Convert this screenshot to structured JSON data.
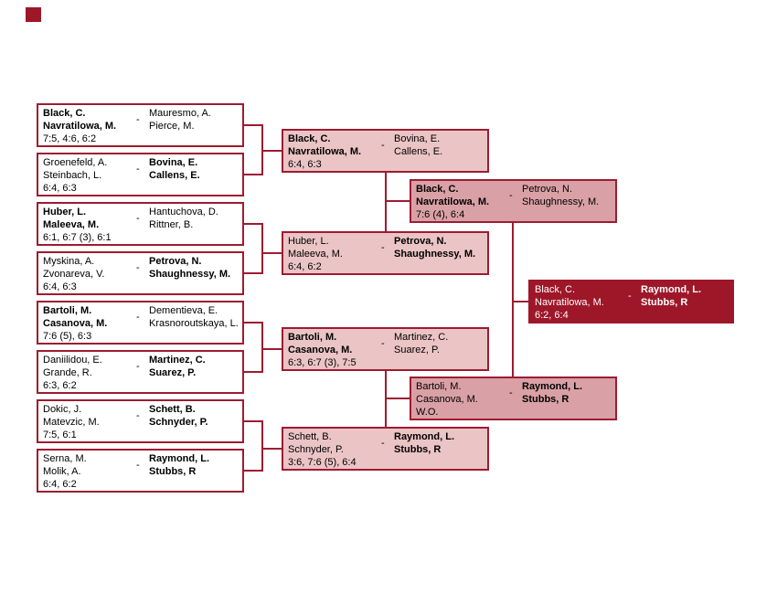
{
  "colors": {
    "page_bg": "#ffffff",
    "line": "#9e1b31",
    "text": "#000000",
    "round1_box_bg": "#ffffff",
    "round2_box_bg": "#ebc4c5",
    "semifinal_box_bg": "#d9a1a6",
    "final_box_bg": "#9e1728",
    "final_box_text": "#ffffff",
    "corner_mark": "#9e1728"
  },
  "bracket": {
    "separator": "-",
    "rounds": [
      [
        {
          "team1": [
            "Black, C.",
            "Navratilowa, M."
          ],
          "team2": [
            "Mauresmo, A.",
            "Pierce, M."
          ],
          "winner": 1,
          "score": "7:5, 4:6, 6:2"
        },
        {
          "team1": [
            "Groenefeld, A.",
            "Steinbach, L."
          ],
          "team2": [
            "Bovina, E.",
            "Callens, E."
          ],
          "winner": 2,
          "score": "6:4, 6:3"
        },
        {
          "team1": [
            "Huber, L.",
            "Maleeva, M."
          ],
          "team2": [
            "Hantuchova, D.",
            "Rittner, B."
          ],
          "winner": 1,
          "score": "6:1, 6:7 (3), 6:1"
        },
        {
          "team1": [
            "Myskina, A.",
            "Zvonareva, V."
          ],
          "team2": [
            "Petrova, N.",
            "Shaughnessy, M."
          ],
          "winner": 2,
          "score": "6:4, 6:3"
        },
        {
          "team1": [
            "Bartoli, M.",
            "Casanova, M."
          ],
          "team2": [
            "Dementieva, E.",
            "Krasnoroutskaya, L."
          ],
          "winner": 1,
          "score": "7:6 (5), 6:3"
        },
        {
          "team1": [
            "Daniilidou, E.",
            "Grande, R."
          ],
          "team2": [
            "Martinez, C.",
            "Suarez, P."
          ],
          "winner": 2,
          "score": "6:3, 6:2"
        },
        {
          "team1": [
            "Dokic, J.",
            "Matevzic, M."
          ],
          "team2": [
            "Schett, B.",
            "Schnyder, P."
          ],
          "winner": 2,
          "score": "7:5, 6:1"
        },
        {
          "team1": [
            "Serna, M.",
            "Molik, A."
          ],
          "team2": [
            "Raymond, L.",
            "Stubbs, R"
          ],
          "winner": 2,
          "score": "6:4, 6:2"
        }
      ],
      [
        {
          "team1": [
            "Black, C.",
            "Navratilowa, M."
          ],
          "team2": [
            "Bovina, E.",
            "Callens, E."
          ],
          "winner": 1,
          "score": "6:4, 6:3"
        },
        {
          "team1": [
            "Huber, L.",
            "Maleeva, M."
          ],
          "team2": [
            "Petrova, N.",
            "Shaughnessy, M."
          ],
          "winner": 2,
          "score": "6:4, 6:2"
        },
        {
          "team1": [
            "Bartoli, M.",
            "Casanova, M."
          ],
          "team2": [
            "Martinez, C.",
            "Suarez, P."
          ],
          "winner": 1,
          "score": "6:3, 6:7 (3), 7:5"
        },
        {
          "team1": [
            "Schett, B.",
            "Schnyder, P."
          ],
          "team2": [
            "Raymond, L.",
            "Stubbs, R"
          ],
          "winner": 2,
          "score": "3:6, 7:6 (5), 6:4"
        }
      ],
      [
        {
          "team1": [
            "Black, C.",
            "Navratilowa, M."
          ],
          "team2": [
            "Petrova, N.",
            "Shaughnessy, M."
          ],
          "winner": 1,
          "score": "7:6 (4), 6:4"
        },
        {
          "team1": [
            "Bartoli, M.",
            "Casanova, M."
          ],
          "team2": [
            "Raymond, L.",
            "Stubbs, R"
          ],
          "winner": 2,
          "score": "W.O."
        }
      ],
      [
        {
          "team1": [
            "Black, C.",
            "Navratilowa, M."
          ],
          "team2": [
            "Raymond, L.",
            "Stubbs, R"
          ],
          "winner": 2,
          "score": "6:2, 6:4"
        }
      ]
    ]
  }
}
